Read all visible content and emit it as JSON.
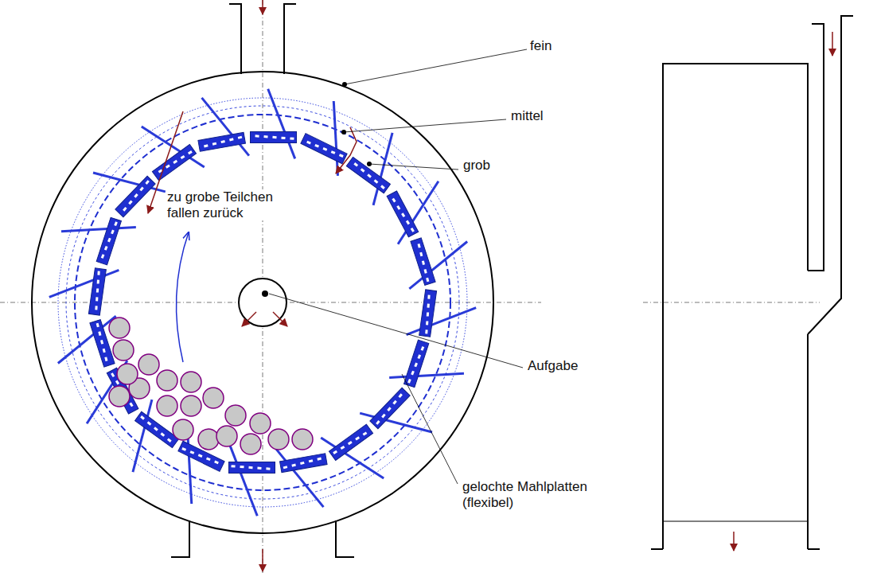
{
  "diagram": {
    "labels": [
      "fein",
      "mittel",
      "grob",
      "zu grobe Teilchen fallen zurück",
      "Aufgabe",
      "gelochte Mahlplatten (flexibel)"
    ]
  }
}
